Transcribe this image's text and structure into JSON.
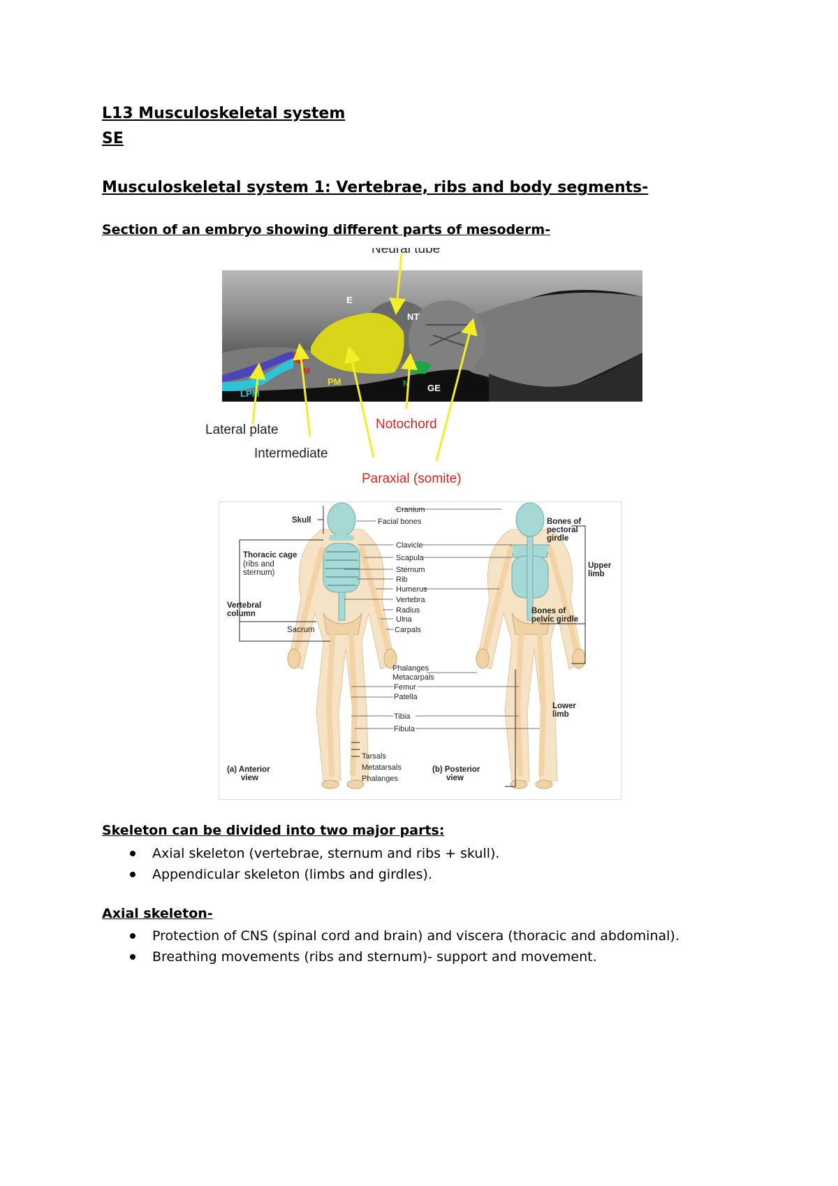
{
  "document": {
    "title": "L13 Musculoskeletal system",
    "subtitle": "SE",
    "main_heading": "Musculoskeletal system 1: Vertebrae, ribs and body segments-",
    "section_heading": "Section of an embryo showing different parts of mesoderm-"
  },
  "embryo_figure": {
    "labels": {
      "neural_tube": "Neural tube",
      "e": "E",
      "nt": "NT",
      "m": "M",
      "pm": "PM",
      "n": "N",
      "ge": "GE",
      "lpm": "LPM",
      "lateral_plate": "Lateral plate",
      "intermediate": "Intermediate",
      "notochord": "Notochord",
      "paraxial": "Paraxial (somite)"
    },
    "colors": {
      "lateral_plate_dark": "#4b45b8",
      "lateral_plate_light": "#2ec4d6",
      "intermediate": "#e0201e",
      "paraxial": "#d9d61a",
      "notochord": "#1fa64a",
      "arrow": "#f2ee2a",
      "red_label": "#e0201e"
    }
  },
  "skeleton_figure": {
    "left_labels": {
      "skull": "Skull",
      "thoracic_cage": "Thoracic cage",
      "thoracic_cage_note_1": "(ribs and",
      "thoracic_cage_note_2": "sternum)",
      "vertebral_column_1": "Vertebral",
      "vertebral_column_2": "column",
      "sacrum": "Sacrum"
    },
    "center_labels": [
      "Cranium",
      "Facial bones",
      "Clavicle",
      "Scapula",
      "Sternum",
      "Rib",
      "Humerus",
      "Vertebra",
      "Radius",
      "Ulna",
      "Carpals",
      "Phalanges",
      "Metacarpals",
      "Femur",
      "Patella",
      "Tibia",
      "Fibula",
      "Tarsals",
      "Metatarsals",
      "Phalanges"
    ],
    "right_labels": {
      "pectoral_1": "Bones of",
      "pectoral_2": "pectoral",
      "pectoral_3": "girdle",
      "upper_limb_1": "Upper",
      "upper_limb_2": "limb",
      "pelvic_1": "Bones of",
      "pelvic_2": "pelvic girdle",
      "lower_limb_1": "Lower",
      "lower_limb_2": "limb"
    },
    "views": {
      "anterior_1": "(a) Anterior",
      "anterior_2": "view",
      "posterior_1": "(b) Posterior",
      "posterior_2": "view"
    },
    "colors": {
      "bone": "#f1d3a6",
      "axial": "#a6d8d6",
      "body": "#f6e2c4",
      "line": "#222222"
    }
  },
  "skeleton_parts": {
    "heading": "Skeleton can be divided into two major parts: ",
    "items": [
      "Axial skeleton (vertebrae, sternum and ribs + skull).",
      "Appendicular skeleton (limbs and girdles)."
    ]
  },
  "axial_skeleton": {
    "heading": "Axial skeleton-",
    "items": [
      "Protection of CNS (spinal cord and brain) and viscera (thoracic and abdominal).",
      "Breathing movements (ribs and sternum)- support and movement."
    ]
  }
}
